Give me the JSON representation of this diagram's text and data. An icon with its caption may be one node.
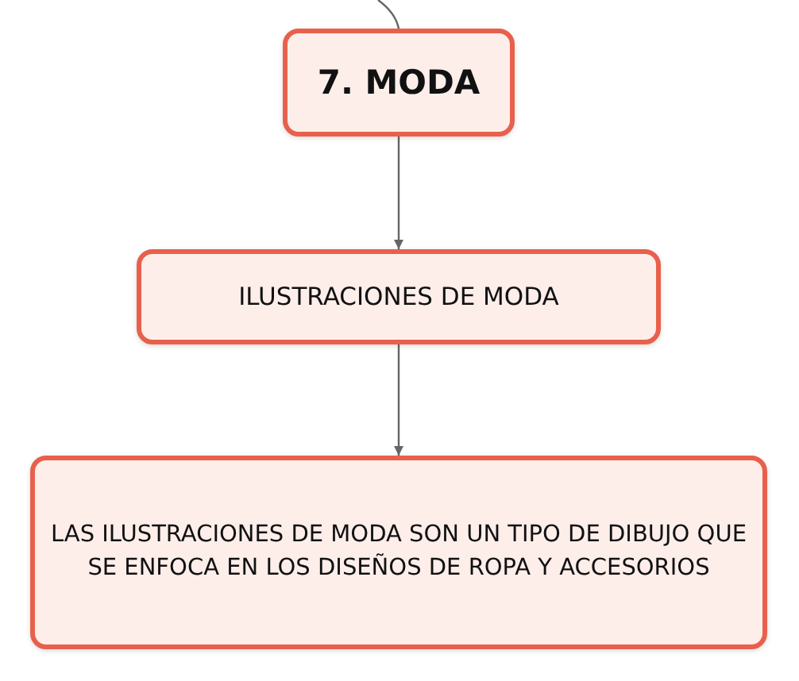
{
  "diagram": {
    "nodes": [
      {
        "text": [
          "7. MODA"
        ]
      },
      {
        "text": [
          "ILUSTRACIONES DE MODA"
        ]
      },
      {
        "text": [
          "LAS ILUSTRACIONES DE MODA SON UN TIPO DE DIBUJO QUE SE ENFOCA EN LOS DISEÑOS DE ROPA Y ACCESORIOS"
        ]
      }
    ],
    "edges": [
      {
        "from": null,
        "to": 0,
        "arrow": "none"
      },
      {
        "from": 0,
        "to": 1,
        "arrow": "to"
      },
      {
        "from": 1,
        "to": 2,
        "arrow": "to"
      }
    ]
  }
}
